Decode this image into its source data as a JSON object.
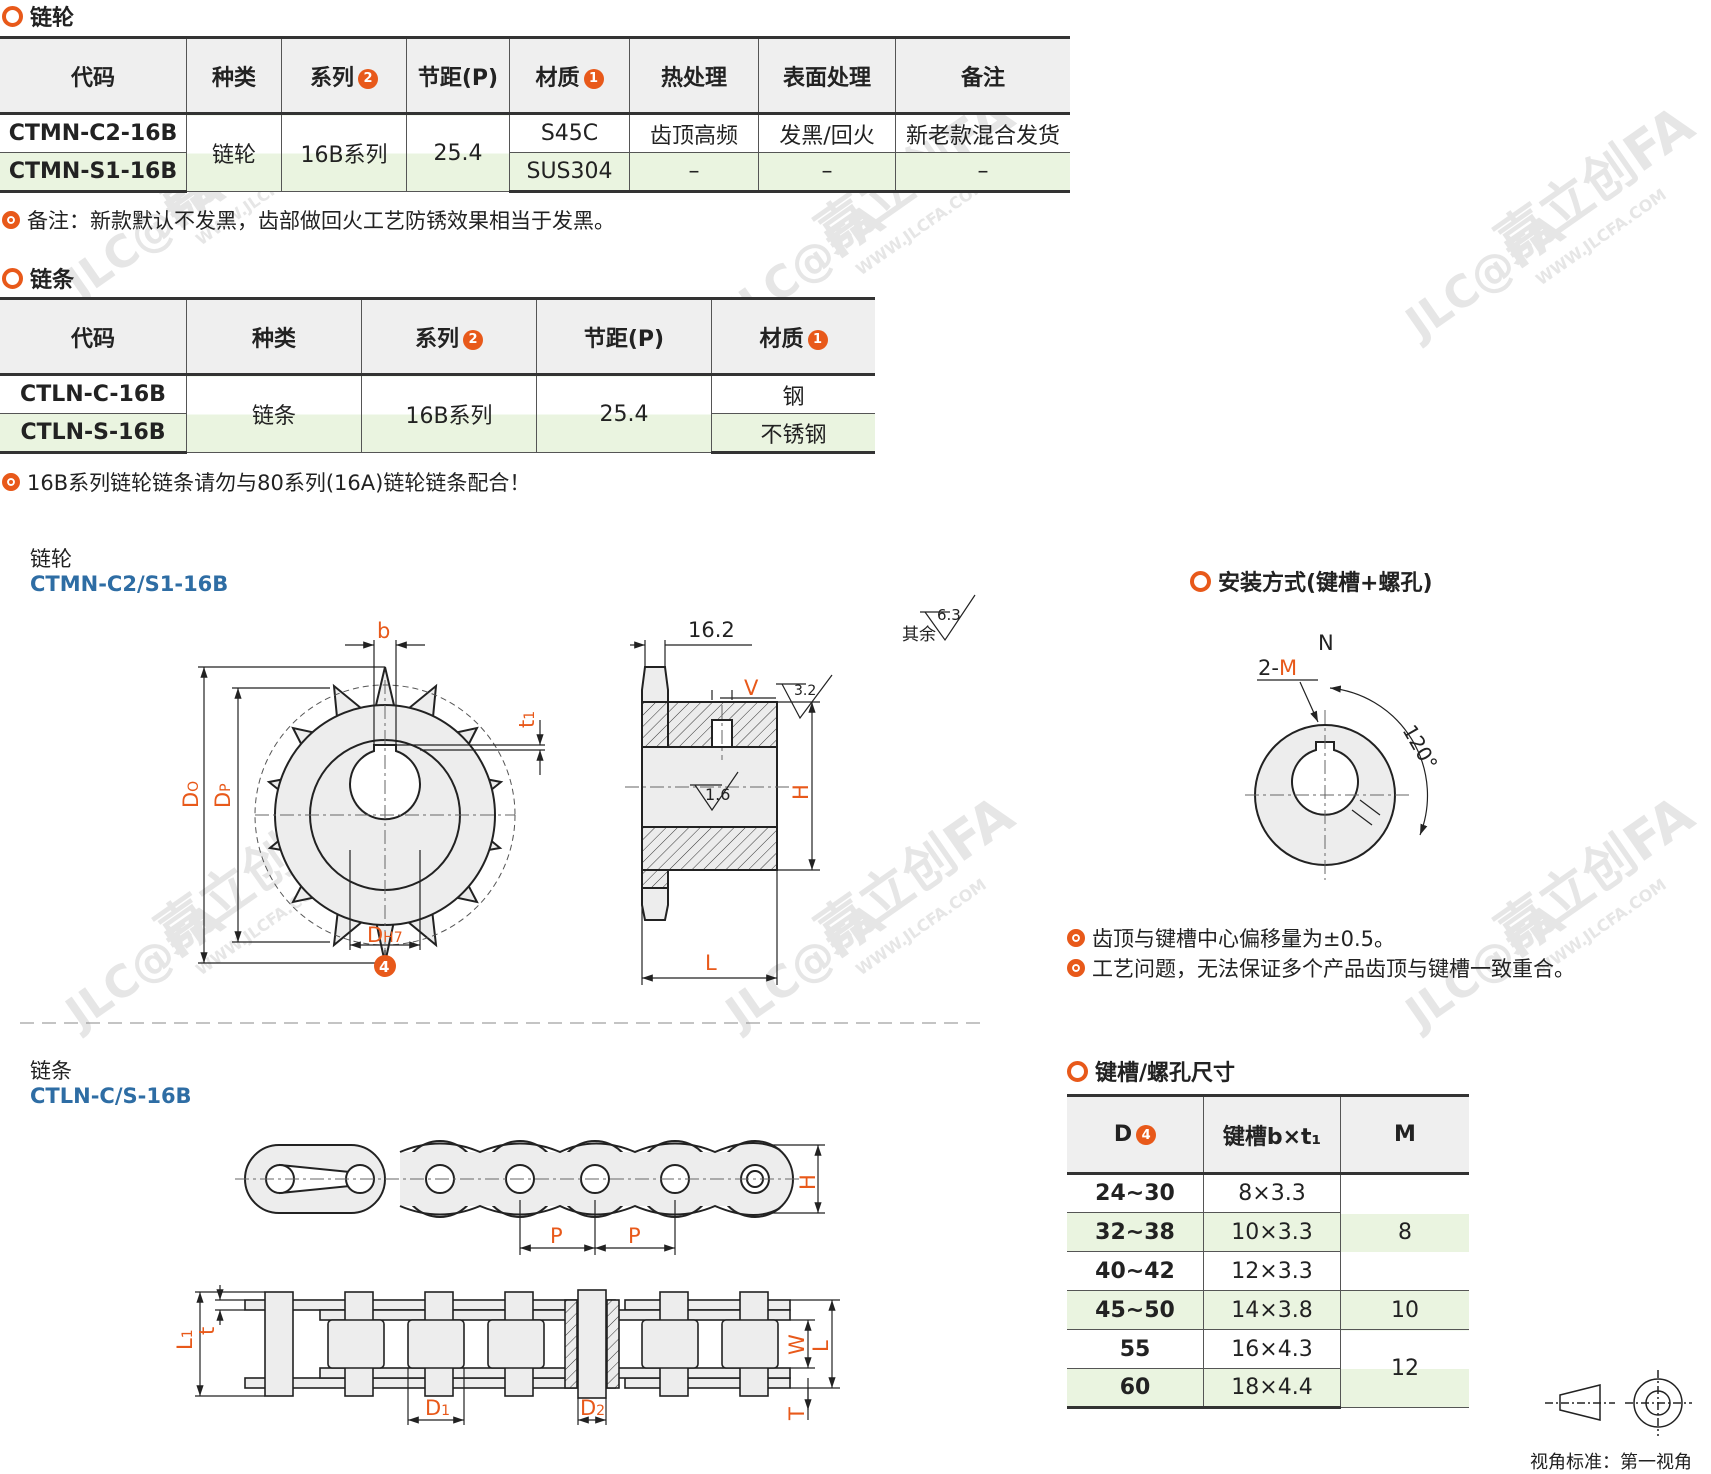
{
  "sprocket_section": {
    "title": "链轮",
    "headers": [
      "代码",
      "种类",
      "系列",
      "节距(P)",
      "材质",
      "热处理",
      "表面处理",
      "备注"
    ],
    "header_badges": {
      "series": "2",
      "material": "1"
    },
    "rows": [
      {
        "code": "CTMN-C2-16B",
        "material": "S45C",
        "heat": "齿顶高频",
        "surface": "发黑/回火",
        "remark": "新老款混合发货"
      },
      {
        "code": "CTMN-S1-16B",
        "material": "SUS304",
        "heat": "–",
        "surface": "–",
        "remark": "–"
      }
    ],
    "type": "链轮",
    "series": "16B系列",
    "pitch": "25.4",
    "note": "备注：新款默认不发黑，齿部做回火工艺防锈效果相当于发黑。"
  },
  "chain_section": {
    "title": "链条",
    "headers": [
      "代码",
      "种类",
      "系列",
      "节距(P)",
      "材质"
    ],
    "header_badges": {
      "series": "2",
      "material": "1"
    },
    "rows": [
      {
        "code": "CTLN-C-16B",
        "material": "钢"
      },
      {
        "code": "CTLN-S-16B",
        "material": "不锈钢"
      }
    ],
    "type": "链条",
    "series": "16B系列",
    "pitch": "25.4",
    "note": "16B系列链轮链条请勿与80系列(16A)链轮链条配合！"
  },
  "drawing_sprocket": {
    "label": "链轮",
    "code": "CTMN-C2/S1-16B"
  },
  "drawing_chain": {
    "label": "链条",
    "code": "CTLN-C/S-16B"
  },
  "dims": {
    "b": "b",
    "t1": "t",
    "t1_sub": "1",
    "Do": "D",
    "Do_sub": "O",
    "Dp": "D",
    "Dp_sub": "P",
    "Dh": "D",
    "Dh_sub": "H7",
    "badge4": "4",
    "w16": "16.2",
    "V": "V",
    "H": "H",
    "L": "L",
    "r32": "3.2",
    "r16": "1.6",
    "r63": "6.3",
    "rest": "其余",
    "P": "P",
    "L1": "L",
    "L1_sub": "1",
    "t": "t",
    "W": "W",
    "T": "T",
    "D1": "D",
    "D1_sub": "1",
    "D2": "D",
    "D2_sub": "2",
    "N": "N",
    "M2": "2-",
    "M": "M",
    "angle": "120°"
  },
  "install": {
    "title": "安装方式(键槽+螺孔)",
    "notes": [
      "齿顶与键槽中心偏移量为±0.5。",
      "工艺问题，无法保证多个产品齿顶与键槽一致重合。"
    ]
  },
  "keyway": {
    "title": "键槽/螺孔尺寸",
    "headers": [
      "D",
      "键槽b×t₁",
      "M"
    ],
    "header_badge": "4",
    "rows": [
      {
        "d": "24~30",
        "k": "8×3.3"
      },
      {
        "d": "32~38",
        "k": "10×3.3"
      },
      {
        "d": "40~42",
        "k": "12×3.3"
      },
      {
        "d": "45~50",
        "k": "14×3.8"
      },
      {
        "d": "55",
        "k": "16×4.3"
      },
      {
        "d": "60",
        "k": "18×4.4"
      }
    ],
    "m_values": [
      "8",
      "10",
      "12"
    ]
  },
  "view_standard": "视角标准：第一视角",
  "watermark": {
    "brand": "嘉立创FA",
    "mark": "JLC@FA",
    "url": "WWW.JLCFA.COM"
  },
  "colors": {
    "accent": "#e8591a",
    "code_blue": "#2e6da4",
    "row_alt": "#eaf4e0",
    "header_bg": "#efefef"
  }
}
